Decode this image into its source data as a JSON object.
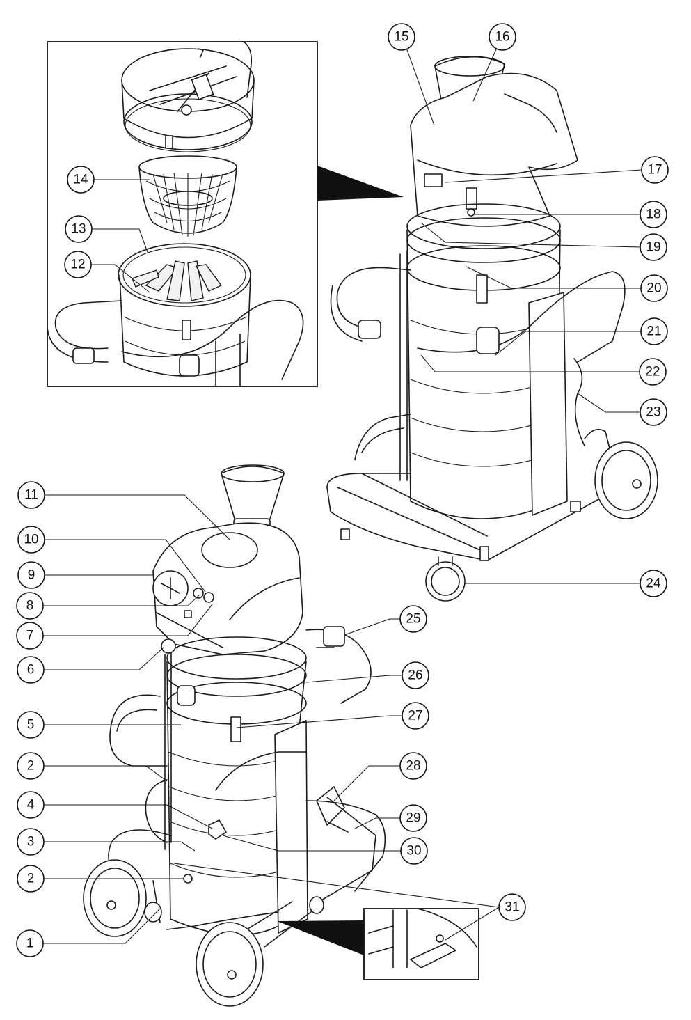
{
  "callouts": [
    {
      "id": "c15",
      "label": "15"
    },
    {
      "id": "c16",
      "label": "16"
    },
    {
      "id": "c14",
      "label": "14"
    },
    {
      "id": "c13",
      "label": "13"
    },
    {
      "id": "c12",
      "label": "12"
    },
    {
      "id": "c17",
      "label": "17"
    },
    {
      "id": "c18",
      "label": "18"
    },
    {
      "id": "c19",
      "label": "19"
    },
    {
      "id": "c20",
      "label": "20"
    },
    {
      "id": "c21",
      "label": "21"
    },
    {
      "id": "c22",
      "label": "22"
    },
    {
      "id": "c23",
      "label": "23"
    },
    {
      "id": "c24",
      "label": "24"
    },
    {
      "id": "c11",
      "label": "11"
    },
    {
      "id": "c10",
      "label": "10"
    },
    {
      "id": "c9",
      "label": "9"
    },
    {
      "id": "c8",
      "label": "8"
    },
    {
      "id": "c7",
      "label": "7"
    },
    {
      "id": "c6",
      "label": "6"
    },
    {
      "id": "c25",
      "label": "25"
    },
    {
      "id": "c26",
      "label": "26"
    },
    {
      "id": "c27",
      "label": "27"
    },
    {
      "id": "c5",
      "label": "5"
    },
    {
      "id": "c2a",
      "label": "2"
    },
    {
      "id": "c28",
      "label": "28"
    },
    {
      "id": "c4",
      "label": "4"
    },
    {
      "id": "c29",
      "label": "29"
    },
    {
      "id": "c3",
      "label": "3"
    },
    {
      "id": "c30",
      "label": "30"
    },
    {
      "id": "c2b",
      "label": "2"
    },
    {
      "id": "c31",
      "label": "31"
    },
    {
      "id": "c1",
      "label": "1"
    }
  ]
}
